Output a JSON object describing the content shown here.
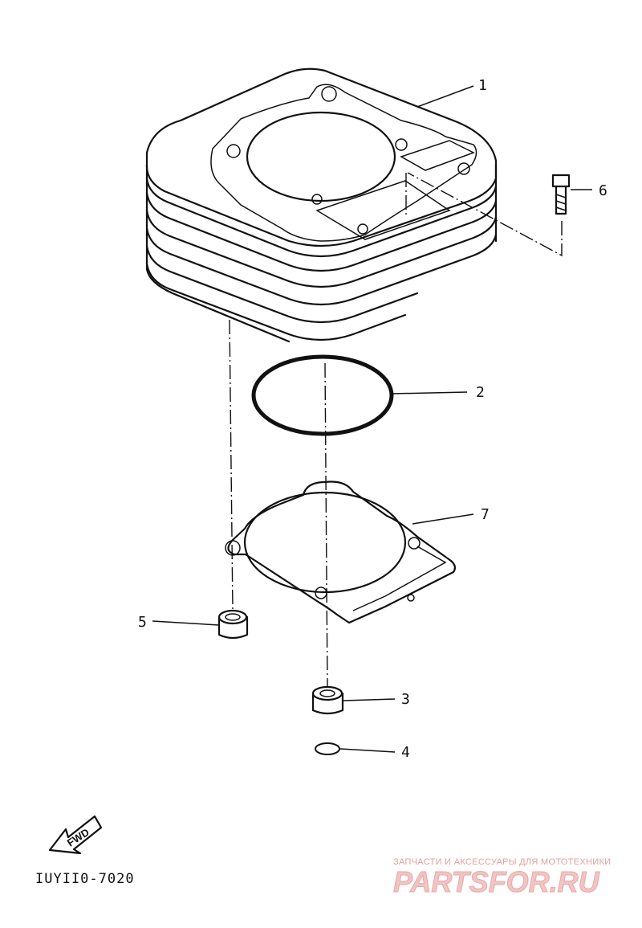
{
  "parts": [
    {
      "number": "1"
    },
    {
      "number": "2"
    },
    {
      "number": "3"
    },
    {
      "number": "4"
    },
    {
      "number": "5"
    },
    {
      "number": "6"
    },
    {
      "number": "7"
    }
  ],
  "fwd_label": "FWD",
  "diagram_code": "IUYII0-7020",
  "watermark": {
    "tagline": "ЗАПЧАСТИ И АКСЕССУАРЫ ДЛЯ МОТОТЕХНИКИ",
    "site": "PARTSFOR.RU"
  },
  "colors": {
    "line": "#111111",
    "background": "#ffffff",
    "watermark": "#f2c4c4"
  }
}
